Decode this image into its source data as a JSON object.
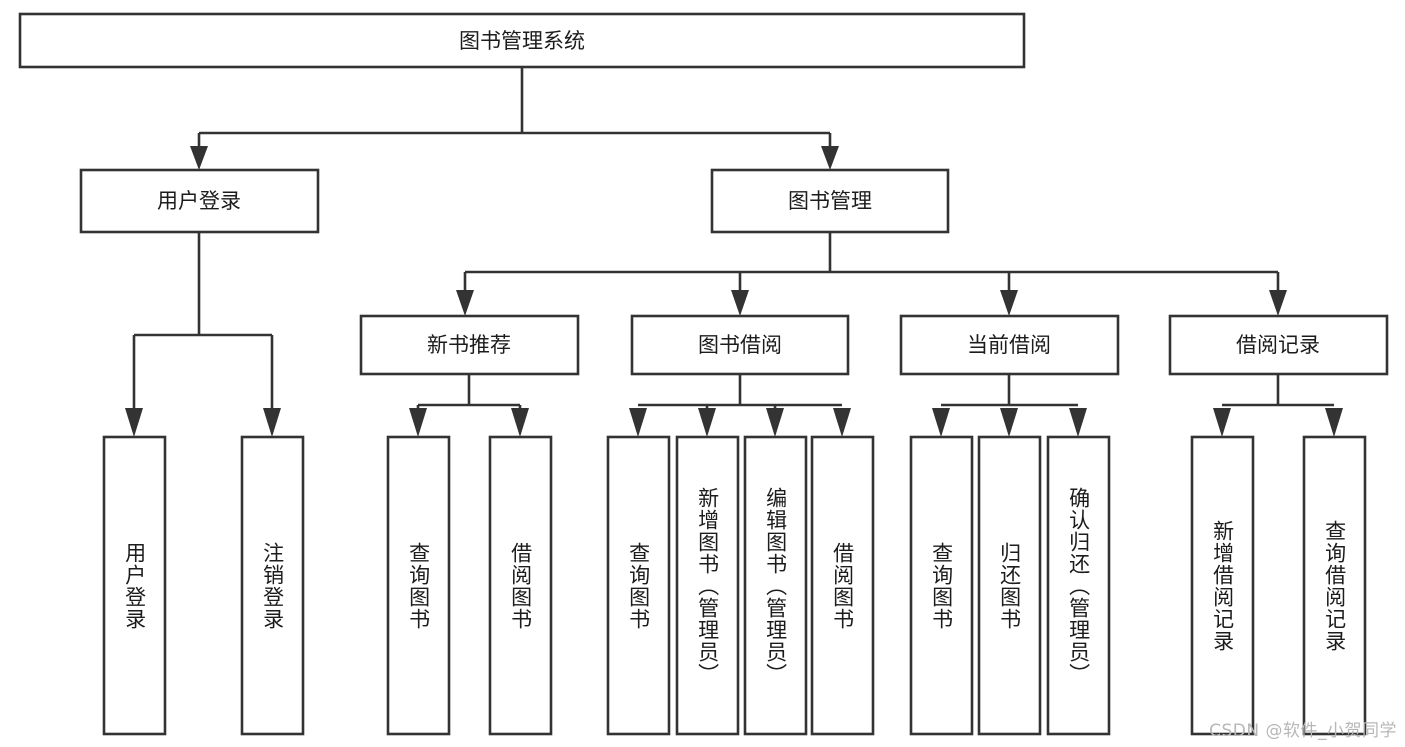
{
  "diagram": {
    "type": "tree-hierarchy",
    "title": "图书管理系统",
    "orientation": "top-down",
    "root": {
      "id": "root",
      "label": "图书管理系统",
      "text_orientation": "horizontal"
    },
    "level2": [
      {
        "id": "user-login",
        "label": "用户登录",
        "text_orientation": "horizontal"
      },
      {
        "id": "book-manage",
        "label": "图书管理",
        "text_orientation": "horizontal"
      }
    ],
    "level3": [
      {
        "id": "new-book-recommend",
        "label": "新书推荐",
        "parent": "book-manage",
        "text_orientation": "horizontal"
      },
      {
        "id": "book-borrow",
        "label": "图书借阅",
        "parent": "book-manage",
        "text_orientation": "horizontal"
      },
      {
        "id": "current-borrow",
        "label": "当前借阅",
        "parent": "book-manage",
        "text_orientation": "horizontal"
      },
      {
        "id": "borrow-record",
        "label": "借阅记录",
        "parent": "book-manage",
        "text_orientation": "horizontal"
      }
    ],
    "leaves": [
      {
        "id": "leaf-user-login",
        "label": "用户登录",
        "parent": "user-login",
        "text_orientation": "vertical"
      },
      {
        "id": "leaf-user-logout",
        "label": "注销登录",
        "parent": "user-login",
        "text_orientation": "vertical"
      },
      {
        "id": "leaf-query-book-1",
        "label": "查询图书",
        "parent": "new-book-recommend",
        "text_orientation": "vertical"
      },
      {
        "id": "leaf-borrow-book-1",
        "label": "借阅图书",
        "parent": "new-book-recommend",
        "text_orientation": "vertical"
      },
      {
        "id": "leaf-query-book-2",
        "label": "查询图书",
        "parent": "book-borrow",
        "text_orientation": "vertical"
      },
      {
        "id": "leaf-add-book",
        "label": "新增图书（管理员）",
        "parent": "book-borrow",
        "text_orientation": "vertical"
      },
      {
        "id": "leaf-edit-book",
        "label": "编辑图书（管理员）",
        "parent": "book-borrow",
        "text_orientation": "vertical"
      },
      {
        "id": "leaf-borrow-book-2",
        "label": "借阅图书",
        "parent": "book-borrow",
        "text_orientation": "vertical"
      },
      {
        "id": "leaf-query-book-3",
        "label": "查询图书",
        "parent": "current-borrow",
        "text_orientation": "vertical"
      },
      {
        "id": "leaf-return-book",
        "label": "归还图书",
        "parent": "current-borrow",
        "text_orientation": "vertical"
      },
      {
        "id": "leaf-confirm-return",
        "label": "确认归还（管理员）",
        "parent": "current-borrow",
        "text_orientation": "vertical"
      },
      {
        "id": "leaf-add-record",
        "label": "新增借阅记录",
        "parent": "borrow-record",
        "text_orientation": "vertical"
      },
      {
        "id": "leaf-query-record",
        "label": "查询借阅记录",
        "parent": "borrow-record",
        "text_orientation": "vertical"
      }
    ],
    "colors": {
      "stroke": "#333333",
      "fill": "#ffffff",
      "text": "#1c1c1c",
      "background": "#ffffff",
      "watermark": "#b7b7b7"
    }
  },
  "watermark": {
    "text": "CSDN @软件_小贺同学"
  }
}
